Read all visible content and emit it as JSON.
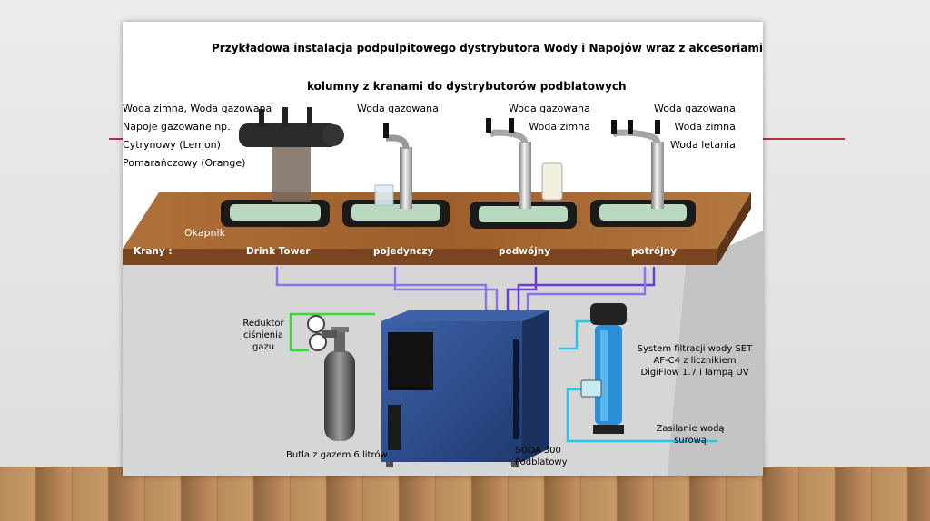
{
  "title": "Przykładowa instalacja podpulpitowego dystrybutora Wody i Napojów wraz z akcesoriami.",
  "subtitle": "kolumny z kranami do dystrybutorów podblatowych",
  "top_left_lines": [
    "Woda zimna, Woda gazowana",
    "Napoje gazowane np.:",
    "Cytrynowy (Lemon)",
    "Pomarańczowy (Orange)"
  ],
  "single_label": "Woda gazowana",
  "double_lines": [
    "Woda gazowana",
    "Woda zimna"
  ],
  "triple_lines": [
    "Woda gazowana",
    "Woda zimna",
    "Woda letania"
  ],
  "drip_tray": "Okapnik",
  "taps_label": "Krany :",
  "taps": [
    "Drink Tower",
    "pojedynczy",
    "podwójny",
    "potrójny"
  ],
  "regulator_lines": [
    "Reduktor",
    "ciśnienia",
    "gazu"
  ],
  "bottle_label": "Butla z gazem 6 litrów",
  "unit_lines": [
    "SODA  300",
    "Podblatowy"
  ],
  "filter_lines": [
    "System filtracji wody SET",
    "AF-C4 z licznikiem",
    "DigiFlow 1.7 i lampą UV"
  ],
  "water_lines": [
    "Zasilanie wodą",
    "surową"
  ],
  "colors": {
    "counter": "#a5652c",
    "counter_front": "#7a4620",
    "gas_line": "#33dd33",
    "water_line": "#22c8e8",
    "purple_line": "#6a3ad8",
    "violet_line": "#8a74f0",
    "unit": "#2a4a86",
    "accent_red": "#b0304a"
  }
}
